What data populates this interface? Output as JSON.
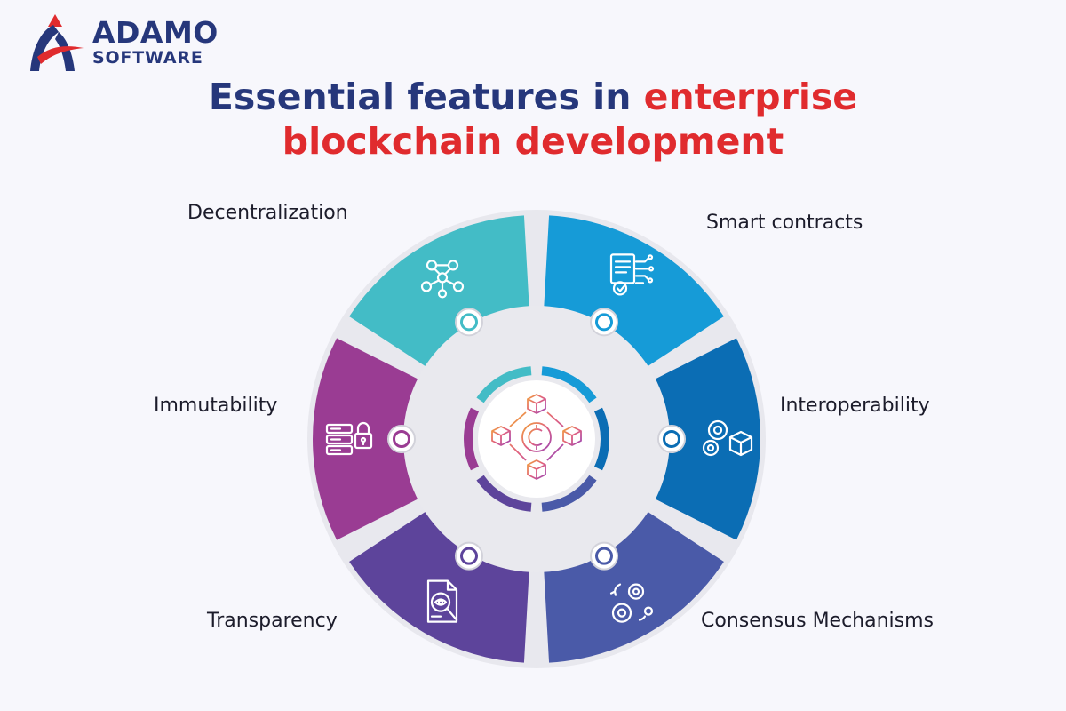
{
  "brand": {
    "line1": "ADAMO",
    "line2": "SOFTWARE"
  },
  "title": {
    "part1": "Essential features in ",
    "highlight1": "enterprise",
    "highlight2": "blockchain development"
  },
  "features": [
    {
      "label": "Smart contracts",
      "icon": "contract-document-icon",
      "color": "#169bd7"
    },
    {
      "label": "Interoperability",
      "icon": "gears-cube-icon",
      "color": "#0b6db4"
    },
    {
      "label": "Consensus Mechanisms",
      "icon": "sync-gears-icon",
      "color": "#4a5aa8"
    },
    {
      "label": "Transparency",
      "icon": "document-eye-icon",
      "color": "#5d449b"
    },
    {
      "label": "Immutability",
      "icon": "locked-storage-icon",
      "color": "#9a3c93"
    },
    {
      "label": "Decentralization",
      "icon": "network-nodes-icon",
      "color": "#43bcc6"
    }
  ],
  "center": {
    "icon": "blockchain-cubes-icon"
  },
  "colors": {
    "navy": "#26377b",
    "red": "#e02b2e",
    "ring": "#e8e8ee"
  }
}
